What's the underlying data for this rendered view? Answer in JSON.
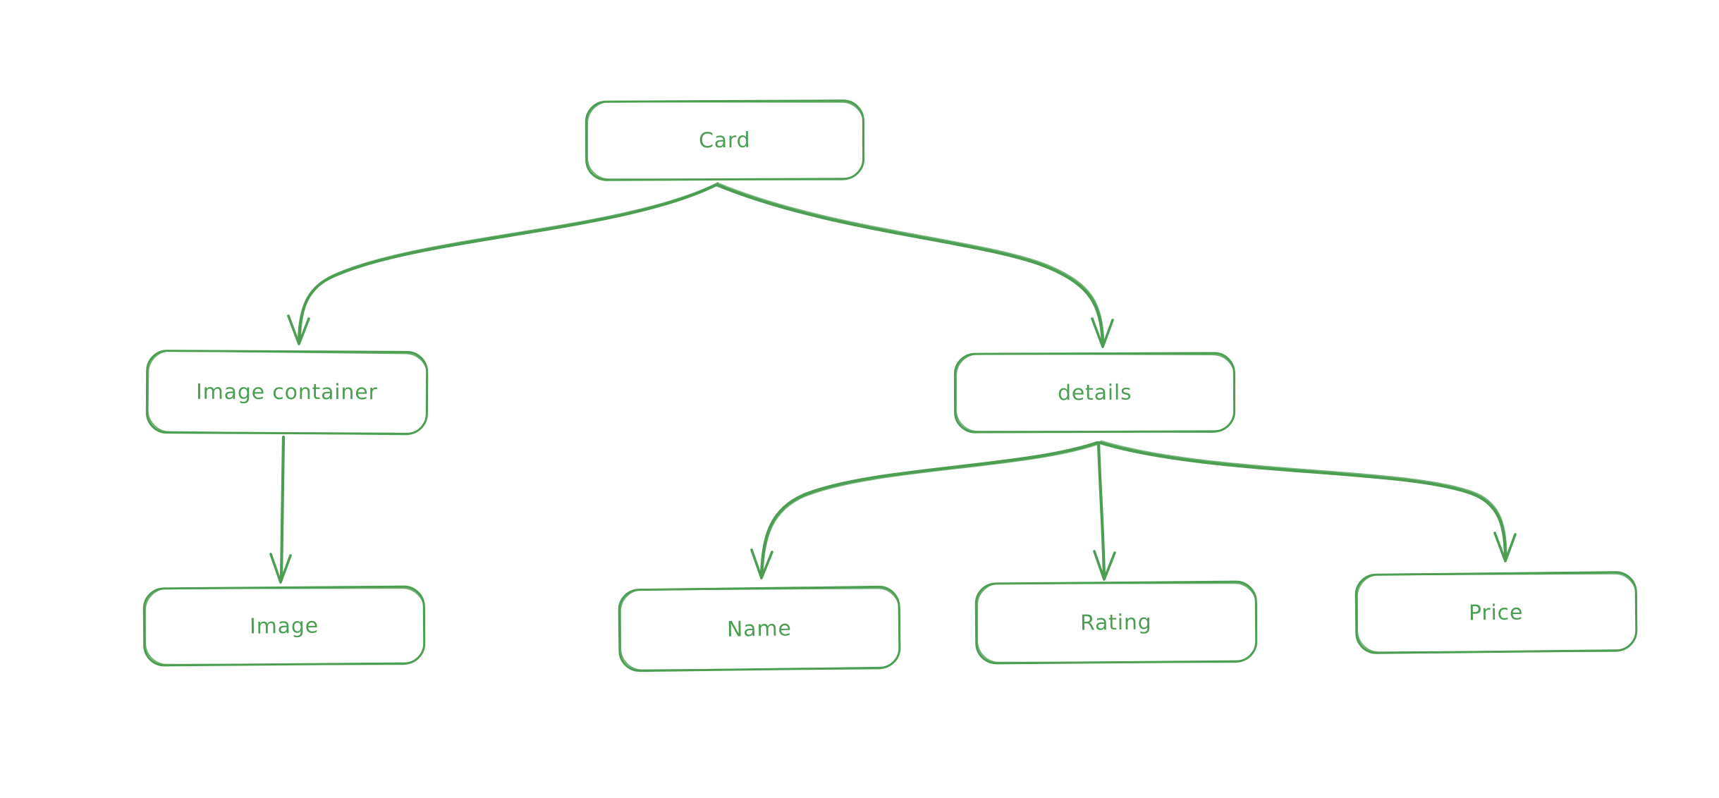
{
  "diagram": {
    "background_color": "#ffffff",
    "stroke_color": "#4b9e52",
    "nodes": {
      "card": {
        "label": "Card"
      },
      "image_container": {
        "label": "Image container"
      },
      "details": {
        "label": "details"
      },
      "image": {
        "label": "Image"
      },
      "name": {
        "label": "Name"
      },
      "rating": {
        "label": "Rating"
      },
      "price": {
        "label": "Price"
      }
    },
    "edges": [
      {
        "from": "Card",
        "to": "Image container"
      },
      {
        "from": "Card",
        "to": "details"
      },
      {
        "from": "Image container",
        "to": "Image"
      },
      {
        "from": "details",
        "to": "Name"
      },
      {
        "from": "details",
        "to": "Rating"
      },
      {
        "from": "details",
        "to": "Price"
      }
    ]
  }
}
